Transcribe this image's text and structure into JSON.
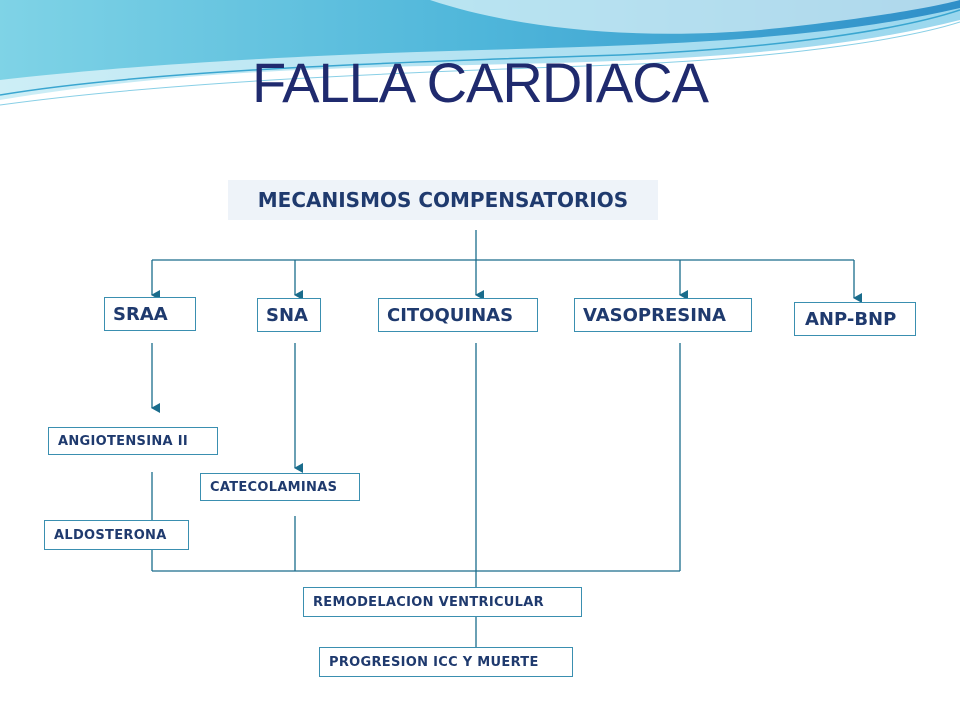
{
  "title": "FALLA CARDIACA",
  "header": "MECANISMOS COMPENSATORIOS",
  "mechanisms": {
    "sraa": "SRAA",
    "sna": "SNA",
    "citoquinas": "CITOQUINAS",
    "vasopresina": "VASOPRESINA",
    "anp_bnp": "ANP-BNP"
  },
  "effects": {
    "angiotensina": "ANGIOTENSINA II",
    "aldosterona": "ALDOSTERONA",
    "catecolaminas": "CATECOLAMINAS"
  },
  "outcomes": {
    "remodelacion": "REMODELACION VENTRICULAR",
    "progresion": "PROGRESION ICC Y MUERTE"
  },
  "colors": {
    "line": "#1a6c8c",
    "box_border": "#3a8fb0",
    "text": "#1f3a6e"
  }
}
